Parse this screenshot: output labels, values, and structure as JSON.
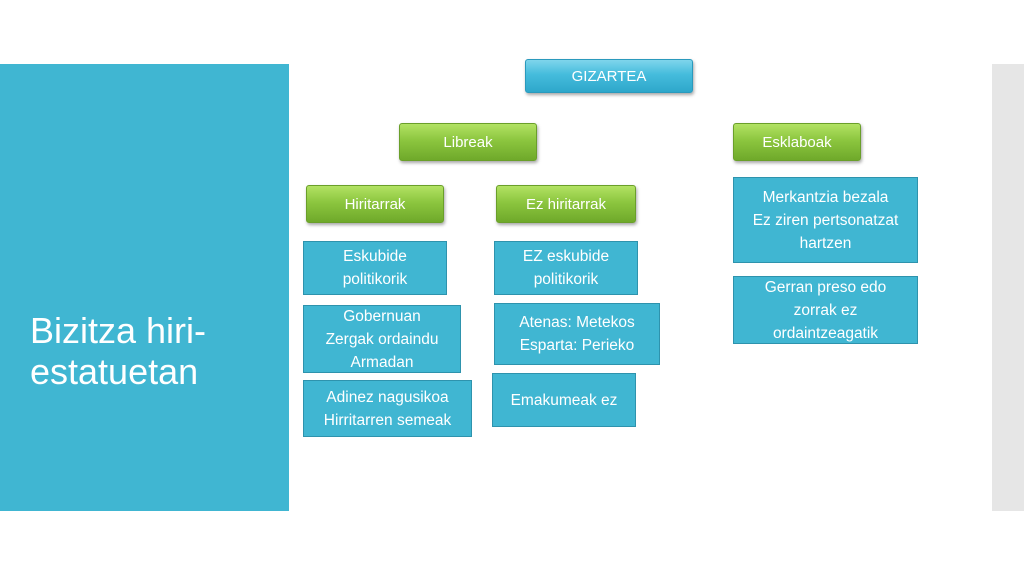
{
  "slide": {
    "title": "Bizitza hiri-\nestatuetan"
  },
  "diagram": {
    "root": "GIZARTEA",
    "free": "Libreak",
    "slaves": "Esklaboak",
    "citizens": "Hiritarrak",
    "non_citizens": "Ez hiritarrak",
    "citizens_items": [
      "Eskubide\npolitikorik",
      "Gobernuan\nZergak ordaindu\nArmadan",
      "Adinez nagusikoa\nHirritarren semeak"
    ],
    "non_citizens_items": [
      "EZ eskubide\npolitikorik",
      "Atenas: Metekos\nEsparta: Perieko",
      "Emakumeak ez"
    ],
    "slaves_items": [
      "Merkantzia bezala\nEz ziren pertsonatzat\nhartzen",
      "Gerran preso edo\nzorrak ez\nordaintzeagatik"
    ]
  }
}
